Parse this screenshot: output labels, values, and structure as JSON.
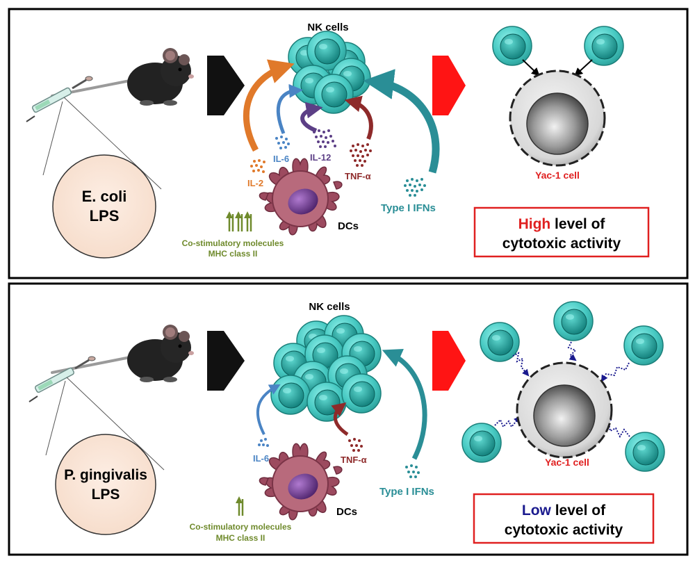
{
  "colors": {
    "nk_cell": "#47c9c2",
    "nk_nucleus": "#16918c",
    "dc_body": "#9c4a5f",
    "dc_nucleus": "#5b2c7a",
    "il2": "#e0792a",
    "il6": "#4a84c4",
    "il12": "#5c3f86",
    "tnf": "#8e2a2a",
    "ifn": "#2a8e96",
    "costim": "#6f8a2c",
    "yac_label": "#e02020",
    "high_word": "#e02020",
    "low_word": "#1a1a8e",
    "box_border": "#e02020",
    "process_arrow": "#111111",
    "result_arrow": "#ff1414"
  },
  "top_panel": {
    "lps_line1": "E. coli",
    "lps_line2": "LPS",
    "nk_label": "NK cells",
    "cytokines": {
      "il2": "IL-2",
      "il6": "IL-6",
      "il12": "IL-12",
      "tnf": "TNF-α",
      "ifn": "Type I IFNs"
    },
    "dc_label": "DCs",
    "costim_line1": "Co-stimulatory molecules",
    "costim_line2": "MHC class II",
    "yac_label": "Yac-1 cell",
    "result_word": "High",
    "result_rest": " level of",
    "result_line2": "cytotoxic activity"
  },
  "bottom_panel": {
    "lps_line1": "P. gingivalis",
    "lps_line2": "LPS",
    "nk_label": "NK cells",
    "cytokines": {
      "il6": "IL-6",
      "tnf": "TNF-α",
      "ifn": "Type I IFNs"
    },
    "dc_label": "DCs",
    "costim_line1": "Co-stimulatory molecules",
    "costim_line2": "MHC class II",
    "yac_label": "Yac-1 cell",
    "result_word": "Low",
    "result_rest": " level of",
    "result_line2": "cytotoxic activity"
  }
}
